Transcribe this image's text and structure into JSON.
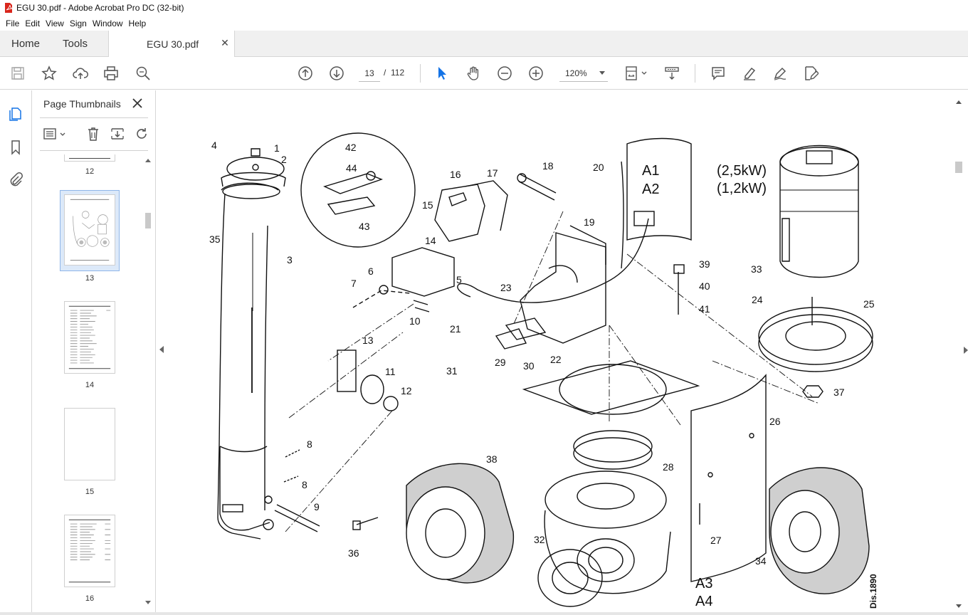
{
  "window": {
    "title": "EGU 30.pdf - Adobe Acrobat Pro DC (32-bit)"
  },
  "menu": [
    "File",
    "Edit",
    "View",
    "Sign",
    "Window",
    "Help"
  ],
  "tabs": {
    "home": "Home",
    "tools": "Tools",
    "document": "EGU 30.pdf"
  },
  "toolbar": {
    "current_page": "13",
    "page_separator": "/",
    "total_pages": "112",
    "zoom": "120%"
  },
  "thumbnails_panel": {
    "title": "Page Thumbnails",
    "pages": [
      {
        "label": "12"
      },
      {
        "label": "13",
        "selected": true
      },
      {
        "label": "14"
      },
      {
        "label": "15"
      },
      {
        "label": "16"
      }
    ]
  },
  "drawing": {
    "callouts": [
      "1",
      "2",
      "3",
      "4",
      "5",
      "6",
      "7",
      "8",
      "8",
      "9",
      "10",
      "11",
      "12",
      "13",
      "14",
      "15",
      "16",
      "17",
      "18",
      "19",
      "20",
      "21",
      "22",
      "23",
      "24",
      "25",
      "26",
      "27",
      "28",
      "29",
      "30",
      "31",
      "32",
      "33",
      "34",
      "35",
      "36",
      "37",
      "38",
      "39",
      "40",
      "41",
      "42",
      "43",
      "44"
    ],
    "motor_labels": [
      "(2,5kW)",
      "(1,2kW)"
    ],
    "connector_labels_top": [
      "A1",
      "A2"
    ],
    "connector_labels_bottom": [
      "A3",
      "A4"
    ],
    "drawing_id": "Dis.1890"
  },
  "colors": {
    "accent": "#1473e6",
    "selection_bg": "#dce9f9",
    "pdf_red": "#d9261c"
  }
}
